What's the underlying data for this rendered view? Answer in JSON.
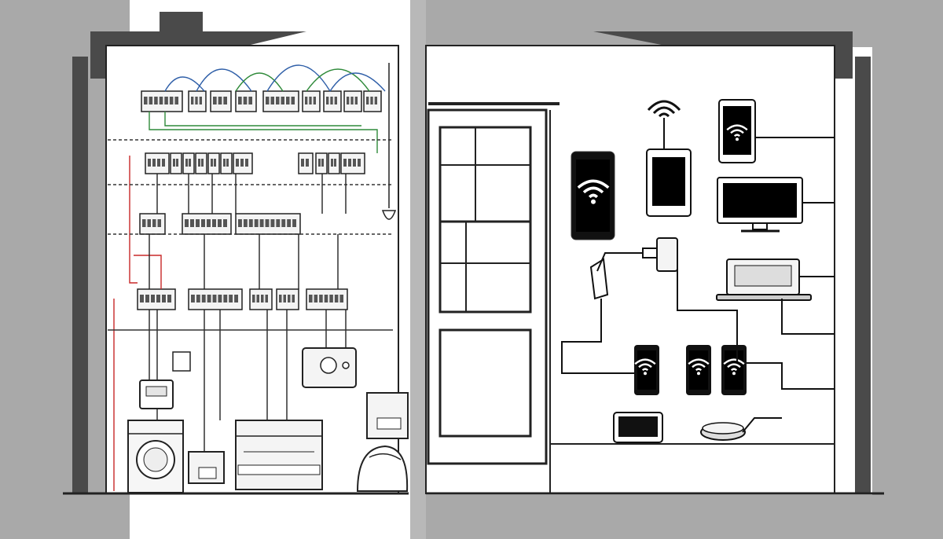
{
  "scene": {
    "left_panel": "wired-home-wiring",
    "right_panel": "wireless-smart-home"
  },
  "colors": {
    "background_band": "#a9a9a9",
    "house_outline": "#4a4a4a",
    "wire_black": "#222222",
    "wire_green": "#2f8a3a",
    "wire_red": "#c82828",
    "wire_blue": "#2f5fa8",
    "wire_dashed": "#333333",
    "device_fill": "#111111",
    "device_screen": "#000000",
    "panel_fill": "#f4f4f4"
  },
  "left_house": {
    "breaker_rows": 4,
    "appliances": [
      "washing-machine",
      "thermostat",
      "control-box",
      "wall-heater",
      "space-heater",
      "light-bulb",
      "outlet-box"
    ]
  },
  "right_house": {
    "devices": [
      "wifi-router",
      "tablet-top",
      "smartphone-large",
      "tablet-center",
      "desktop-monitor",
      "wall-outlet-plug",
      "usb-charger",
      "laptop",
      "phone-left",
      "phone-middle",
      "phone-right",
      "small-tablet-shelf",
      "robot-vacuum"
    ]
  }
}
